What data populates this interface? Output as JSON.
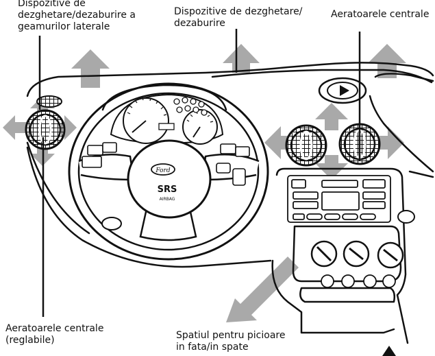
{
  "labels": {
    "side_windows": {
      "line1": "Dispozitive de",
      "line2": "dezghetare/dezaburire a",
      "line3": "geamurilor laterale"
    },
    "windscreen": {
      "line1": "Dispozitive de dezghetare/",
      "line2": "dezaburire"
    },
    "central_vents": "Aeratoarele centrale",
    "adjustable_vents": {
      "line1": "Aeratoarele centrale",
      "line2": "(reglabile)"
    },
    "footwell": {
      "line1": "Spatiul pentru picioare",
      "line2": "in fata/in spate"
    }
  },
  "dashboard_text": {
    "airbag_badge": "SRS",
    "airbag_sub": "AIRBAG",
    "brand": "Ford"
  },
  "colors": {
    "arrow": "#a9a9a9",
    "line": "#111111"
  }
}
